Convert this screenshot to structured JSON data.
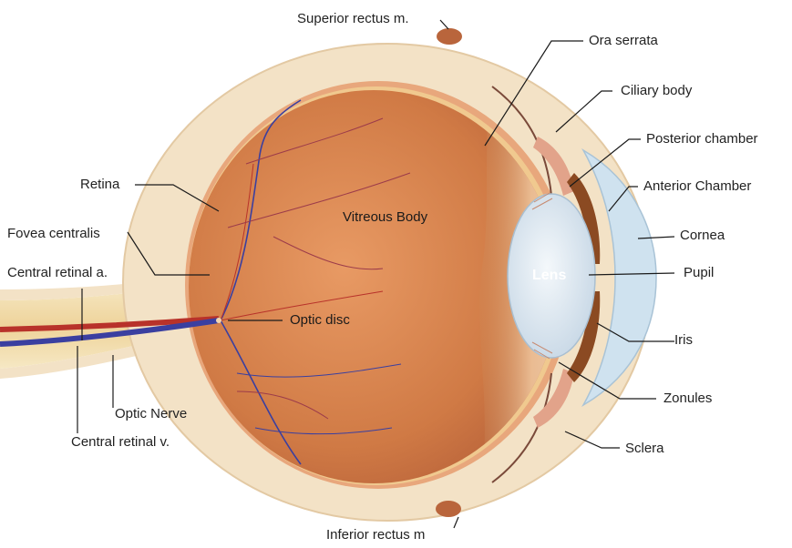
{
  "labels": {
    "superior_rectus": "Superior rectus m.",
    "ora_serrata": "Ora serrata",
    "ciliary_body": "Ciliary body",
    "posterior_chamber": "Posterior chamber",
    "anterior_chamber": "Anterior Chamber",
    "cornea": "Cornea",
    "pupil": "Pupil",
    "iris": "Iris",
    "zonules": "Zonules",
    "sclera": "Sclera",
    "inferior_rectus": "Inferior rectus m",
    "retina": "Retina",
    "fovea_centralis": "Fovea centralis",
    "central_retinal_a": "Central retinal a.",
    "optic_nerve": "Optic Nerve",
    "central_retinal_v": "Central retinal v.",
    "vitreous_body": "Vitreous Body",
    "optic_disc": "Optic disc",
    "lens": "Lens"
  },
  "colors": {
    "sclera": "#f3e2c6",
    "choroid": "#e49a72",
    "vitreous": "#d9804c",
    "vitreous_light": "#efbf93",
    "lens": "#dfe9f2",
    "cornea": "#cfe2ef",
    "iris": "#8b4a22",
    "artery": "#b8322a",
    "vein": "#3a3fa0",
    "optic_nerve": "#f0dcaa",
    "leader_line": "#1a1a1a"
  }
}
